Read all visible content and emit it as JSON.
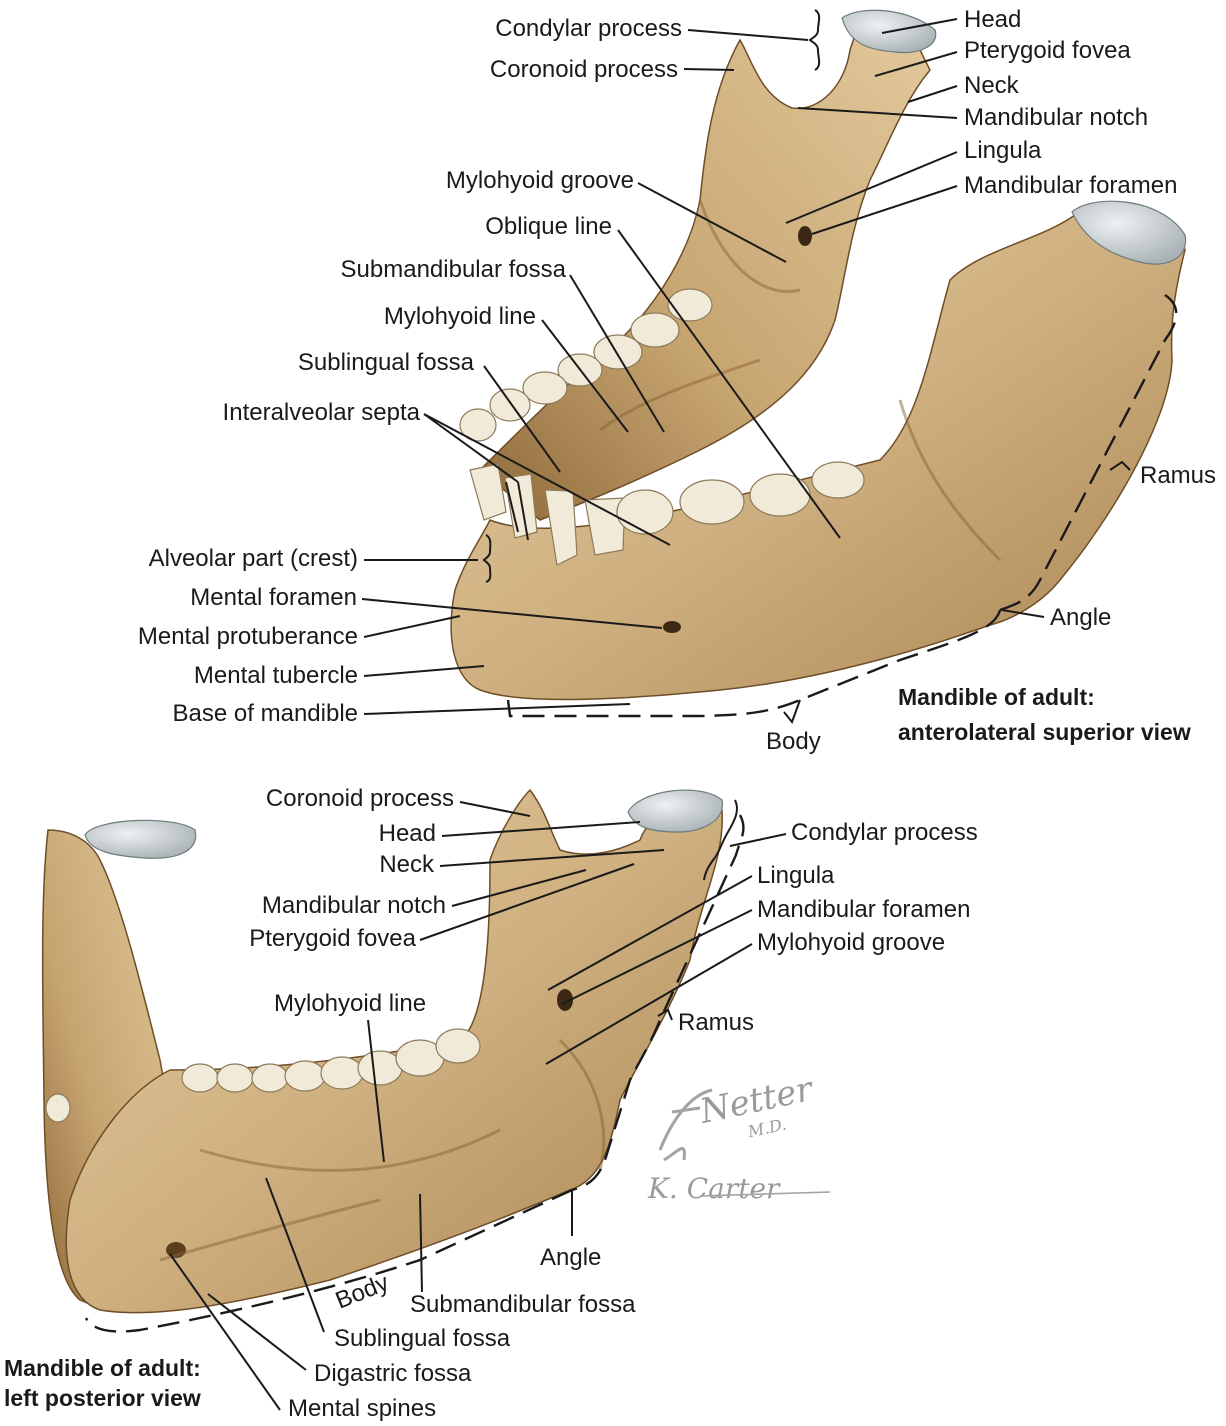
{
  "colors": {
    "bone": "#c9a878",
    "bone_light": "#e4cca0",
    "bone_dark": "#8a6434",
    "cartilage": "#c9d0d2",
    "tooth": "#f1ead8"
  },
  "top_view": {
    "title_line1": "Mandible of adult:",
    "title_line2": "anterolateral superior view",
    "labels": {
      "condylar_process": "Condylar process",
      "coronoid_process": "Coronoid process",
      "head": "Head",
      "pterygoid_fovea": "Pterygoid fovea",
      "neck": "Neck",
      "mandibular_notch": "Mandibular notch",
      "lingula": "Lingula",
      "mandibular_foramen": "Mandibular foramen",
      "mylohyoid_groove": "Mylohyoid groove",
      "oblique_line": "Oblique line",
      "submandibular_fossa": "Submandibular fossa",
      "mylohyoid_line": "Mylohyoid line",
      "sublingual_fossa": "Sublingual fossa",
      "interalveolar_septa": "Interalveolar septa",
      "alveolar_part": "Alveolar part (crest)",
      "mental_foramen": "Mental foramen",
      "mental_protuberance": "Mental protuberance",
      "mental_tubercle": "Mental tubercle",
      "base_of_mandible": "Base of mandible",
      "ramus": "Ramus",
      "angle": "Angle",
      "body": "Body"
    }
  },
  "bottom_view": {
    "title_line1": "Mandible of adult:",
    "title_line2": "left posterior view",
    "labels": {
      "coronoid_process": "Coronoid process",
      "head": "Head",
      "neck": "Neck",
      "mandibular_notch": "Mandibular notch",
      "pterygoid_fovea": "Pterygoid fovea",
      "condylar_process": "Condylar process",
      "lingula": "Lingula",
      "mandibular_foramen": "Mandibular foramen",
      "mylohyoid_groove": "Mylohyoid groove",
      "mylohyoid_line": "Mylohyoid line",
      "ramus": "Ramus",
      "angle": "Angle",
      "body": "Body",
      "submandibular_fossa": "Submandibular fossa",
      "sublingual_fossa": "Sublingual fossa",
      "digastric_fossa": "Digastric fossa",
      "mental_spines": "Mental spines"
    }
  },
  "signatures": {
    "artist1": "F. Netter M.D.",
    "artist2": "K. Carter"
  }
}
